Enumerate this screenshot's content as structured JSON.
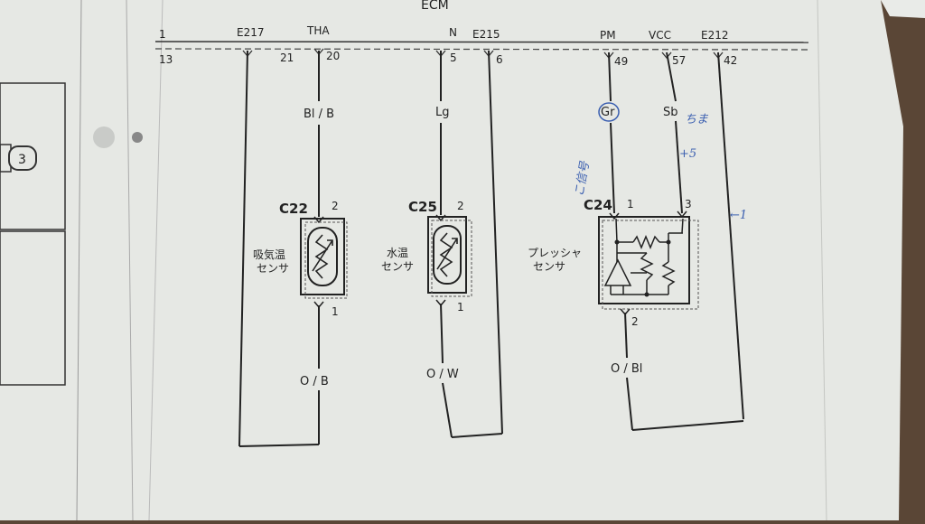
{
  "header": {
    "title": "ECM"
  },
  "top_pins": {
    "names": [
      "1",
      "E217",
      "THA",
      "N",
      "E215",
      "PM",
      "VCC",
      "E212"
    ],
    "numbers": [
      "13",
      "21",
      "20",
      "5",
      "6",
      "49",
      "57",
      "42"
    ]
  },
  "wire_colors": {
    "tha": "Bl / B",
    "n": "Lg",
    "pm": "Gr",
    "vcc": "Sb",
    "tha_ground": "O / B",
    "n_ground": "O / W",
    "pm_ground": "O / Bl"
  },
  "components": {
    "c22": {
      "id": "C22",
      "name_line1": "吸気温",
      "name_line2": "センサ",
      "pin_top": "2",
      "pin_bottom": "1"
    },
    "c25": {
      "id": "C25",
      "name_line1": "水温",
      "name_line2": "センサ",
      "pin_top": "2",
      "pin_bottom": "1"
    },
    "c24": {
      "id": "C24",
      "name_line1": "プレッシャ",
      "name_line2": "センサ",
      "pin_1": "1",
      "pin_3": "3",
      "pin_2": "2"
    }
  },
  "connector_tab": {
    "label": "3"
  },
  "handwritten": {
    "left_note": "こ信号",
    "right_note1": "ちま",
    "right_note2": "+5",
    "right_mark": "←1"
  },
  "colors": {
    "paper": "#e9ebe7",
    "ink": "#222222",
    "pen": "#3b5fb0",
    "background": "#5a4636"
  }
}
